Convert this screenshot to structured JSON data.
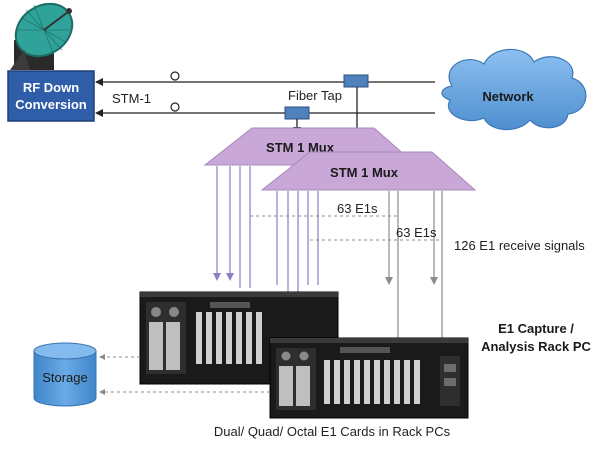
{
  "labels": {
    "rf_line1": "RF Down",
    "rf_line2": "Conversion",
    "stm1": "STM-1",
    "fiber_tap": "Fiber Tap",
    "network": "Network",
    "mux1": "STM 1  Mux",
    "mux2": "STM 1  Mux",
    "e1s_first": "63 E1s",
    "e1s_second": "63 E1s",
    "receive_signals": "126 E1 receive signals",
    "capture_line1": "E1 Capture /",
    "capture_line2": "Analysis Rack PC",
    "storage": "Storage",
    "caption": "Dual/ Quad/ Octal E1 Cards in Rack PCs"
  },
  "colors": {
    "rf_box": "#2f5da8",
    "network_cloud": "#5b9bd5",
    "mux_fill": "#c9a8d8",
    "mux_stroke": "#a988bd",
    "storage": "#5b9bd5",
    "tap": "#4f81bd",
    "arrow_lilac": "#8a7fc5",
    "arrow_gray": "#8c8c8c"
  },
  "icons": {
    "satellite": "satellite-dish-icon",
    "rack1": "rack-pc-icon",
    "rack2": "rack-pc-icon"
  }
}
